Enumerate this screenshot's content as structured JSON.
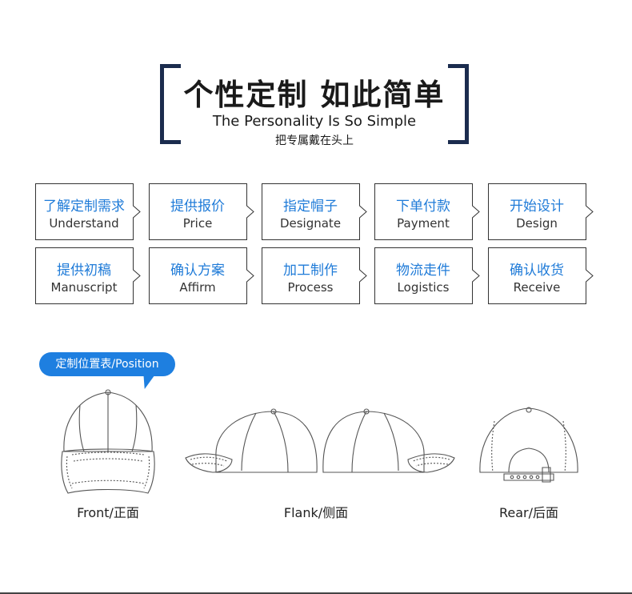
{
  "header": {
    "title_cn": "个性定制  如此简单",
    "title_en": "The Personality Is So Simple",
    "subtitle_cn": "把专属戴在头上"
  },
  "steps": [
    {
      "cn": "了解定制需求",
      "en": "Understand"
    },
    {
      "cn": "提供报价",
      "en": "Price"
    },
    {
      "cn": "指定帽子",
      "en": "Designate"
    },
    {
      "cn": "下单付款",
      "en": "Payment"
    },
    {
      "cn": "开始设计",
      "en": "Design"
    },
    {
      "cn": "提供初稿",
      "en": "Manuscript"
    },
    {
      "cn": "确认方案",
      "en": "Affirm"
    },
    {
      "cn": "加工制作",
      "en": "Process"
    },
    {
      "cn": "物流走件",
      "en": "Logistics"
    },
    {
      "cn": "确认收货",
      "en": "Receive"
    }
  ],
  "position": {
    "badge": "定制位置表/Position",
    "front": "Front/正面",
    "flank": "Flank/侧面",
    "rear": "Rear/后面"
  },
  "colors": {
    "navy": "#1b2c4e",
    "accent_blue": "#1f7bd8",
    "badge_blue": "#1e7fe0"
  }
}
